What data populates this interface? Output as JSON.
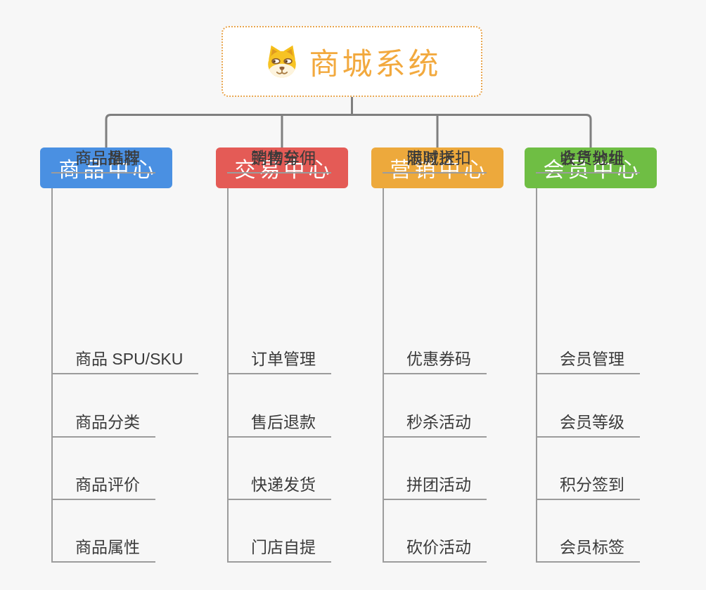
{
  "root": {
    "title": "商城系统",
    "icon": "dog-icon",
    "title_color": "#f2a93e",
    "border_color": "#e9a64f"
  },
  "connector_color": "#7f7f7f",
  "underline_color": "#9c9c9c",
  "branches": [
    {
      "label": "商品中心",
      "color": "#4a90e2",
      "items": [
        "商品 SPU/SKU",
        "商品分类",
        "商品评价",
        "商品属性",
        "商品推荐",
        "商品品牌"
      ]
    },
    {
      "label": "交易中心",
      "color": "#e45b56",
      "items": [
        "订单管理",
        "售后退款",
        "快递发货",
        "门店自提",
        "购物车",
        "销售分佣"
      ]
    },
    {
      "label": "营销中心",
      "color": "#eda93c",
      "items": [
        "优惠券码",
        "秒杀活动",
        "拼团活动",
        "砍价活动",
        "限时折扣",
        "满减送"
      ]
    },
    {
      "label": "会员中心",
      "color": "#6fbe44",
      "items": [
        "会员管理",
        "会员等级",
        "积分签到",
        "会员标签",
        "会员分组",
        "收货地址"
      ]
    }
  ]
}
